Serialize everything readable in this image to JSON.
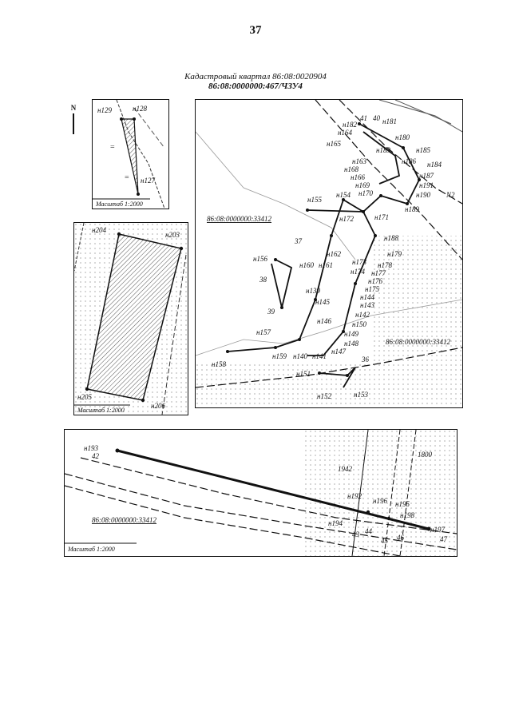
{
  "page": {
    "number": "37"
  },
  "header": {
    "line1": "Кадастровый квартал 86:08:0020904",
    "line2": "86:08:0000000:467/ЧЗУ4"
  },
  "north_arrow": {
    "label": "N"
  },
  "inset_top": {
    "scale": "Масштаб 1:2000",
    "points": [
      "н129",
      "н128",
      "н127"
    ]
  },
  "inset_left": {
    "scale": "Масштаб 1:2000",
    "points": [
      "н204",
      "н203",
      "н205",
      "н206"
    ]
  },
  "main_map": {
    "parcel_label_left": "86:08:0000000:33412",
    "parcel_label_right": "86:08:0000000:33412",
    "road_label": "N2",
    "points": [
      "н182",
      "41",
      "40",
      "н181",
      "н164",
      "н180",
      "н165",
      "н183",
      "н185",
      "н163",
      "н186",
      "н184",
      "н168",
      "н166",
      "н187",
      "н169",
      "н191",
      "н155",
      "н154",
      "н170",
      "н190",
      "н189",
      "н172",
      "н171",
      "н188",
      "н179",
      "37",
      "н156",
      "н162",
      "н178",
      "н160",
      "н161",
      "н173",
      "н174",
      "н177",
      "38",
      "н176",
      "н139",
      "н175",
      "н145",
      "н144",
      "39",
      "н143",
      "н146",
      "н142",
      "н150",
      "н157",
      "н149",
      "н148",
      "н147",
      "н159",
      "н140",
      "н141",
      "н158",
      "36",
      "н151",
      "н153",
      "н152"
    ]
  },
  "bottom_map": {
    "scale": "Масштаб 1:2000",
    "parcel_label": "86:08:0000000:33412",
    "points": [
      "н193",
      "42",
      "1942",
      "1800",
      "н192",
      "н196",
      "н195",
      "н198",
      "н194",
      "43",
      "44",
      "45",
      "46",
      "н197",
      "47"
    ]
  }
}
